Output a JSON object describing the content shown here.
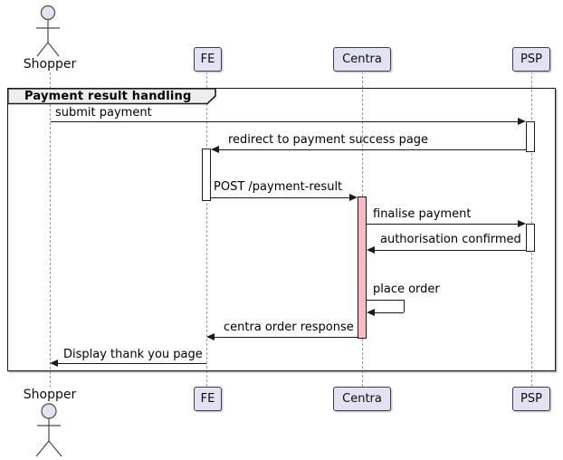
{
  "diagram": {
    "type": "sequence-diagram",
    "frame_title": "Payment result handling",
    "participants": [
      {
        "id": "shopper",
        "label": "Shopper",
        "kind": "actor"
      },
      {
        "id": "fe",
        "label": "FE",
        "kind": "participant"
      },
      {
        "id": "centra",
        "label": "Centra",
        "kind": "participant"
      },
      {
        "id": "psp",
        "label": "PSP",
        "kind": "participant"
      }
    ],
    "messages": [
      {
        "from": "Shopper",
        "to": "PSP",
        "label": "submit payment"
      },
      {
        "from": "PSP",
        "to": "FE",
        "label": "redirect to payment success page"
      },
      {
        "from": "FE",
        "to": "Centra",
        "label": "POST /payment-result"
      },
      {
        "from": "Centra",
        "to": "PSP",
        "label": "finalise payment"
      },
      {
        "from": "PSP",
        "to": "Centra",
        "label": "authorisation confirmed"
      },
      {
        "from": "Centra",
        "to": "Centra",
        "label": "place order"
      },
      {
        "from": "Centra",
        "to": "FE",
        "label": "centra order response"
      },
      {
        "from": "FE",
        "to": "Shopper",
        "label": "Display thank you page"
      }
    ],
    "colors": {
      "participant_fill": "#E2E2F0",
      "frame_label_fill": "#EEEEEE",
      "activation_default_fill": "#FFFFFF",
      "activation_centra_fill": "#F9BAC1",
      "message_line": "#1B1B1B",
      "lifeline": "#999999"
    }
  }
}
